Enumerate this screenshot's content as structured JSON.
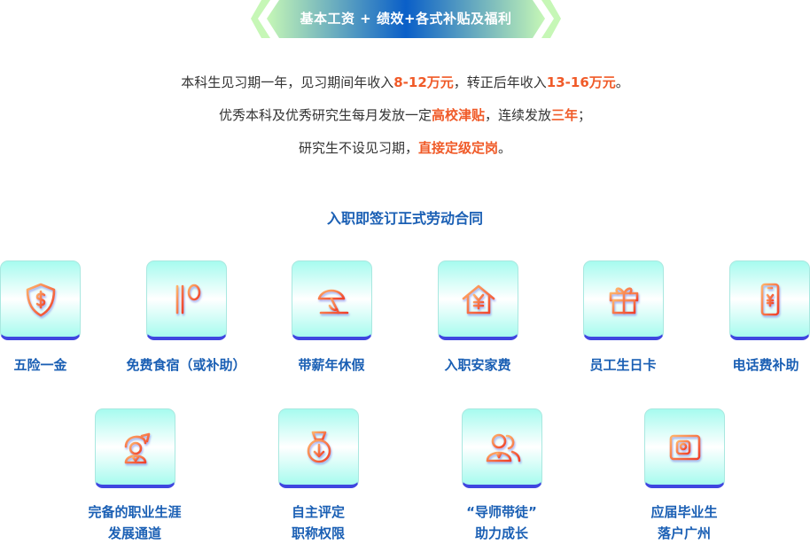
{
  "banner": "基本工资 + 绩效+各式补贴及福利",
  "lines": [
    [
      "本科生见习期一年，见习期间年收入",
      "8-12万元",
      "，转正后年收入",
      "13-16万元",
      "。"
    ],
    [
      "优秀本科及优秀研究生每月发放一定",
      "高校津贴",
      "，连续发放",
      "三年",
      "；"
    ],
    [
      "研究生不设见习期，",
      "直接定级定岗",
      "。"
    ]
  ],
  "subtitle": "入职即签订正式劳动合同",
  "benefits": [
    {
      "label": "五险一金",
      "icon": "shield-dollar-icon"
    },
    {
      "label": "免费食宿（或补助）",
      "icon": "chopsticks-spoon-icon"
    },
    {
      "label": "带薪年休假",
      "icon": "beach-umbrella-icon"
    },
    {
      "label": "入职安家费",
      "icon": "house-yuan-icon"
    },
    {
      "label": "员工生日卡",
      "icon": "gift-icon"
    },
    {
      "label": "电话费补助",
      "icon": "phone-yuan-icon"
    },
    {
      "label": "完备的职业生涯",
      "label2": "发展通道",
      "icon": "career-person-icon"
    },
    {
      "label": "自主评定",
      "label2": "职称权限",
      "icon": "medal-icon"
    },
    {
      "label": "“导师带徒”",
      "label2": "助力成长",
      "icon": "mentor-people-icon"
    },
    {
      "label": "应届毕业生",
      "label2": "落户广州",
      "icon": "id-card-icon"
    }
  ],
  "colors": {
    "accent": "#f05a28",
    "title": "#1a5fb4"
  }
}
